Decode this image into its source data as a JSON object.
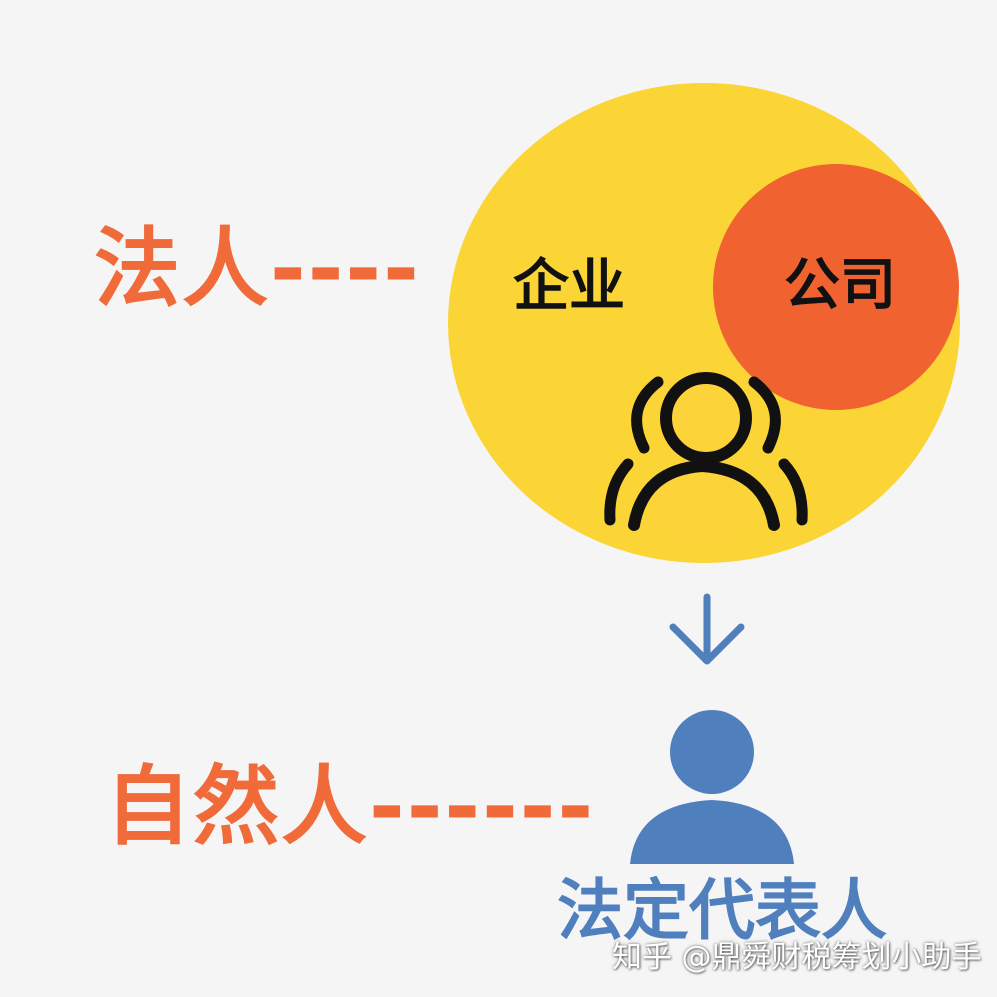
{
  "diagram": {
    "left_labels": {
      "legal_person": "法人----",
      "natural_person": "自然人------"
    },
    "enterprise_circle": {
      "label": "企业",
      "color": "#fad535"
    },
    "company_circle": {
      "label": "公司",
      "color": "#f06230"
    },
    "arrow": {
      "direction": "down",
      "color": "#4f7fbd"
    },
    "person_icon": {
      "color": "#4f7fbd"
    },
    "legal_representative": "法定代表人"
  },
  "watermark": "知乎 @鼎舜财税筹划小助手",
  "icons": {
    "group": "people-group-icon",
    "person": "person-icon",
    "arrow": "arrow-down-icon"
  }
}
